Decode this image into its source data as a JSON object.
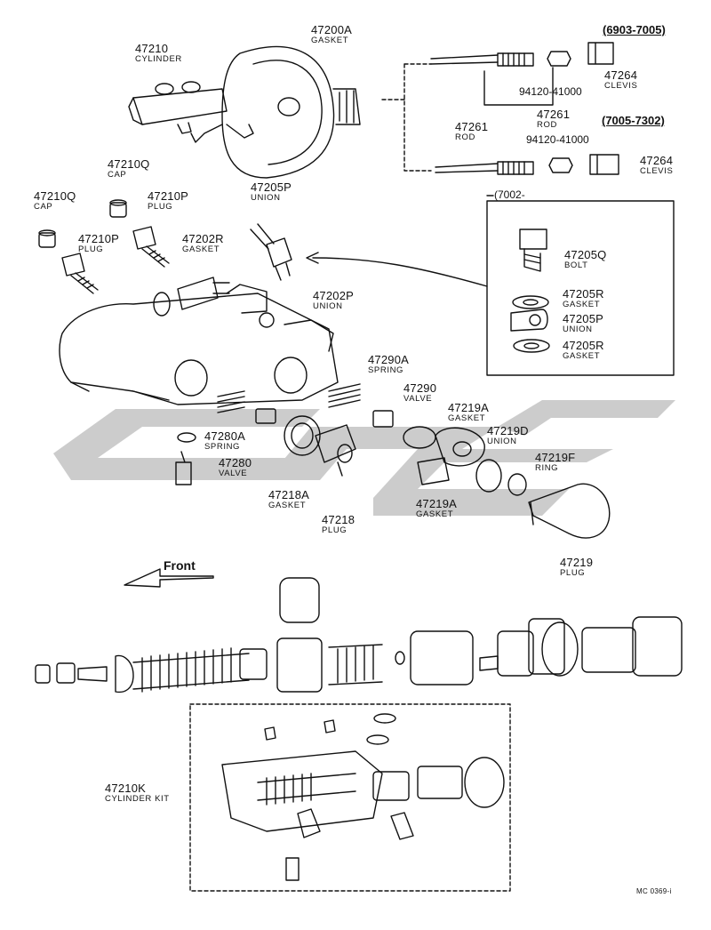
{
  "parts": {
    "p47210": {
      "number": "47210",
      "name": "CYLINDER"
    },
    "p47200a": {
      "number": "47200A",
      "name": "GASKET"
    },
    "p47264_top": {
      "number": "47264",
      "name": "CLEVIS"
    },
    "p94120_top": {
      "number": "94120-41000"
    },
    "p47261_top": {
      "number": "47261",
      "name": "ROD"
    },
    "p47261_bot": {
      "number": "47261",
      "name": "ROD"
    },
    "p94120_bot": {
      "number": "94120-41000"
    },
    "p47264_bot": {
      "number": "47264",
      "name": "CLEVIS"
    },
    "p47210q_a": {
      "number": "47210Q",
      "name": "CAP"
    },
    "p47210q_b": {
      "number": "47210Q",
      "name": "CAP"
    },
    "p47210p_a": {
      "number": "47210P",
      "name": "PLUG"
    },
    "p47210p_b": {
      "number": "47210P",
      "name": "PLUG"
    },
    "p47205p_a": {
      "number": "47205P",
      "name": "UNION"
    },
    "p47202r": {
      "number": "47202R",
      "name": "GASKET"
    },
    "p47202p": {
      "number": "47202P",
      "name": "UNION"
    },
    "p47205q": {
      "number": "47205Q",
      "name": "BOLT"
    },
    "p47205r_a": {
      "number": "47205R",
      "name": "GASKET"
    },
    "p47205p_b": {
      "number": "47205P",
      "name": "UNION"
    },
    "p47205r_b": {
      "number": "47205R",
      "name": "GASKET"
    },
    "p47290a": {
      "number": "47290A",
      "name": "SPRING"
    },
    "p47290": {
      "number": "47290",
      "name": "VALVE"
    },
    "p47219a_a": {
      "number": "47219A",
      "name": "GASKET"
    },
    "p47219d": {
      "number": "47219D",
      "name": "UNION"
    },
    "p47280a": {
      "number": "47280A",
      "name": "SPRING"
    },
    "p47280": {
      "number": "47280",
      "name": "VALVE"
    },
    "p47219f": {
      "number": "47219F",
      "name": "RING"
    },
    "p47218a": {
      "number": "47218A",
      "name": "GASKET"
    },
    "p47219a_b": {
      "number": "47219A",
      "name": "GASKET"
    },
    "p47218": {
      "number": "47218",
      "name": "PLUG"
    },
    "p47219": {
      "number": "47219",
      "name": "PLUG"
    },
    "p47210k": {
      "number": "47210K",
      "name": "CYLINDER KIT"
    }
  },
  "ranges": {
    "r1": "(6903-7005)",
    "r2": "(7005-7302)",
    "r3": "(7002-"
  },
  "direction": {
    "front": "Front"
  },
  "code": "MC 0369-i",
  "colors": {
    "ink": "#111111",
    "watermark": "#cccccc"
  }
}
